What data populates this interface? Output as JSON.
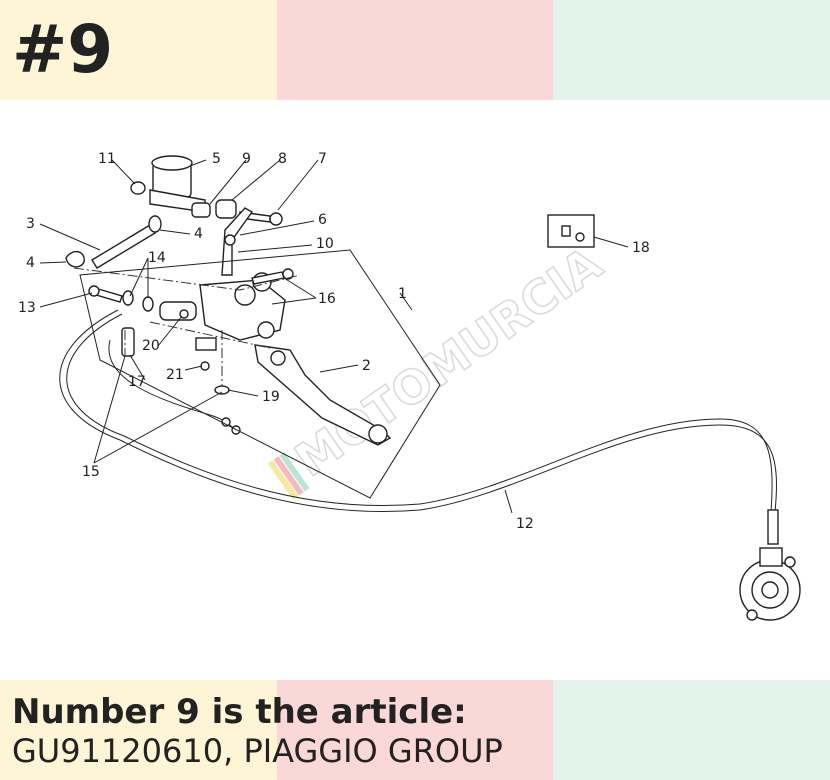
{
  "header": {
    "title": "#9",
    "colors": {
      "band_yellow": "#fdf5d6",
      "band_pink": "#fbd8d8",
      "band_mint": "#e2f4ec"
    }
  },
  "diagram": {
    "watermark": "MOTOMURCIA",
    "callouts": [
      "1",
      "2",
      "3",
      "4",
      "4",
      "5",
      "6",
      "7",
      "8",
      "9",
      "10",
      "11",
      "12",
      "13",
      "14",
      "15",
      "16",
      "17",
      "18",
      "19",
      "20",
      "21"
    ]
  },
  "caption": {
    "line1": "Number 9 is the article:",
    "line2": "GU91120610, PIAGGIO GROUP"
  }
}
